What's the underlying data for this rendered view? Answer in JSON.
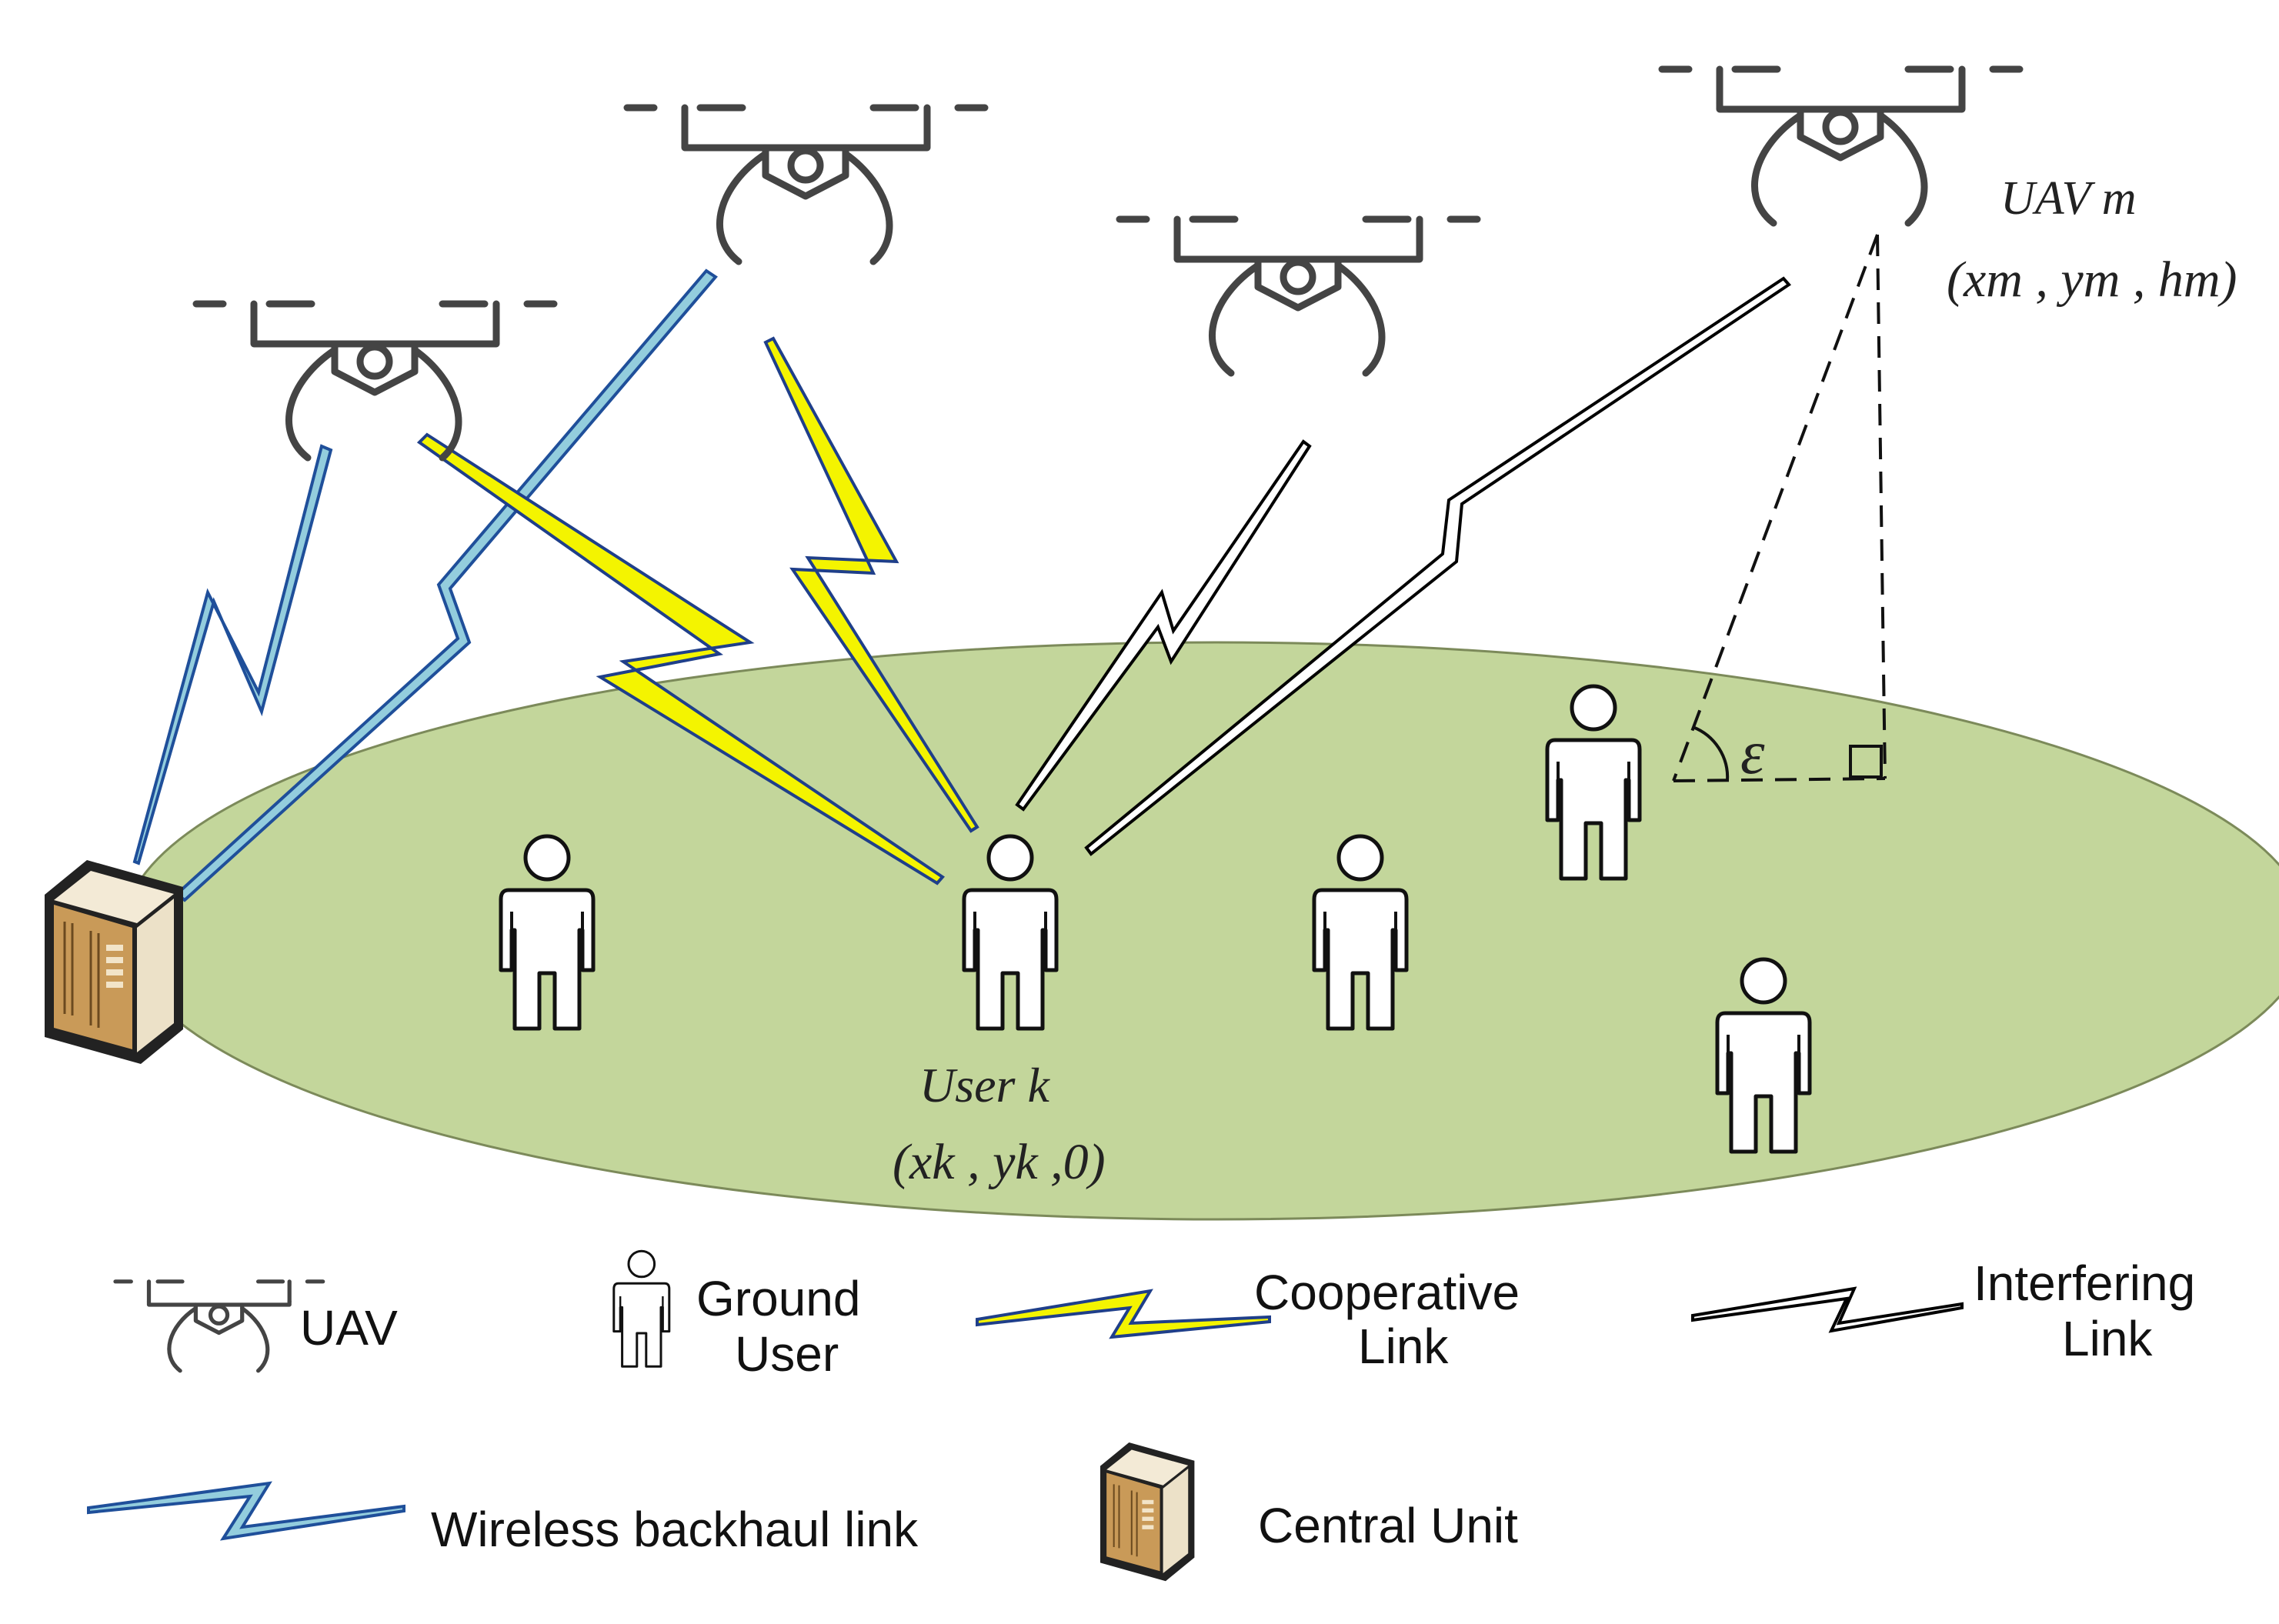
{
  "colors": {
    "ground": "#c3d69b",
    "ground_stroke": "#7c8a5a",
    "cooperative_fill": "#f4f400",
    "cooperative_stroke": "#1f3f8a",
    "backhaul_fill": "#93cddd",
    "backhaul_stroke": "#1f4f9a",
    "interfering_stroke": "#000000",
    "drone": "#444444",
    "user_stroke": "#111111",
    "user_fill": "#ffffff"
  },
  "labels": {
    "uav_m_name": "UAV m",
    "uav_m_coords": "(xm , ym , hm)",
    "user_k_name": "User k",
    "user_k_coords": "(xk , yk ,0)",
    "elevation_symbol": "ε"
  },
  "legend": {
    "uav": "UAV",
    "ground_user_line1": "Ground",
    "ground_user_line2": "User",
    "cooperative_line1": "Cooperative",
    "cooperative_line2": "Link",
    "interfering_line1": "Interfering",
    "interfering_line2": "Link",
    "backhaul": "Wireless backhaul link",
    "central_unit": "Central Unit"
  },
  "icons": [
    "uav-icon",
    "ground-user-icon",
    "central-unit-icon",
    "cooperative-link-icon",
    "interfering-link-icon",
    "backhaul-link-icon"
  ]
}
